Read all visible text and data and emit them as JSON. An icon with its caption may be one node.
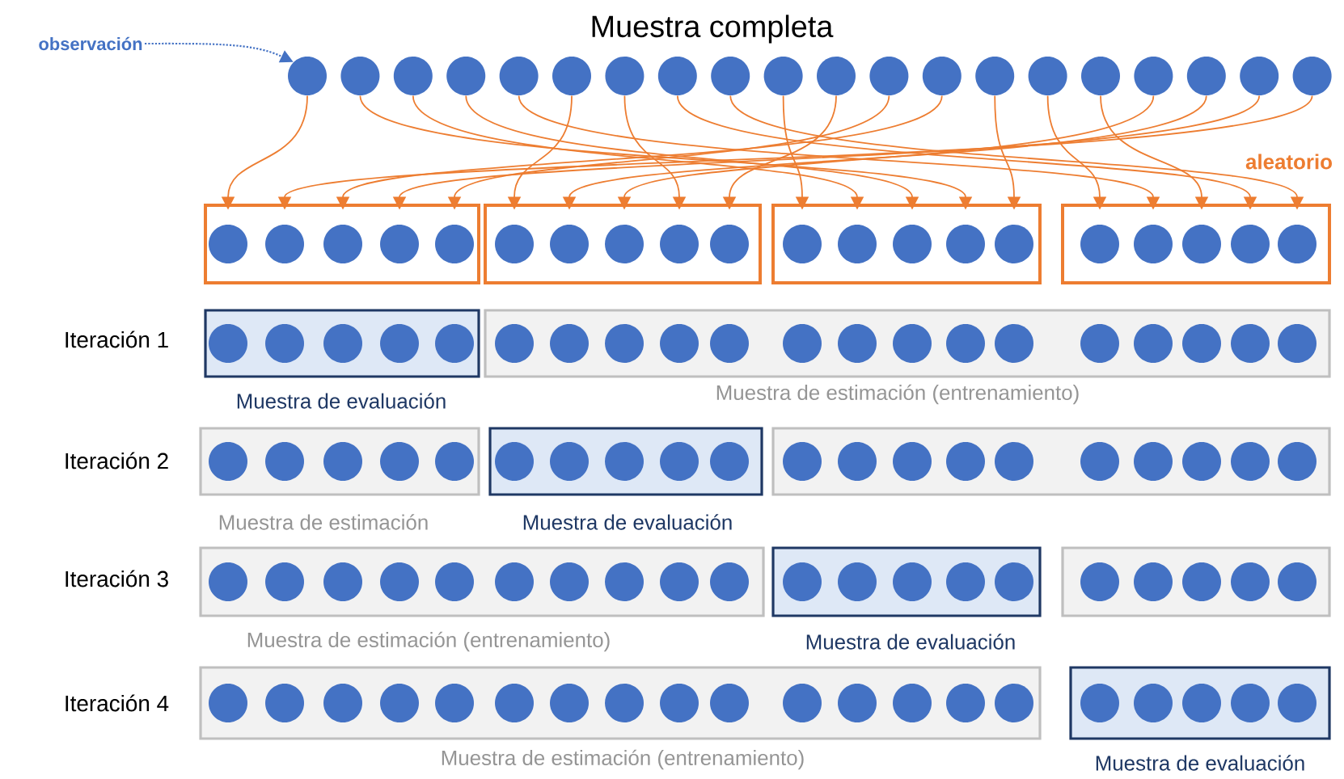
{
  "diagram": {
    "title": "Muestra completa",
    "nodes": [
      {
        "text": [
          "observación"
        ]
      },
      {
        "text": [],
        "shape": "circle"
      },
      {
        "text": [],
        "shape": "circle"
      },
      {
        "text": [],
        "shape": "circle"
      },
      {
        "text": [],
        "shape": "circle"
      },
      {
        "text": [],
        "shape": "circle"
      },
      {
        "text": [],
        "shape": "circle"
      },
      {
        "text": [],
        "shape": "circle"
      },
      {
        "text": [],
        "shape": "circle"
      },
      {
        "text": [],
        "shape": "circle"
      },
      {
        "text": [],
        "shape": "circle"
      },
      {
        "text": [],
        "shape": "circle"
      },
      {
        "text": [],
        "shape": "circle"
      },
      {
        "text": [],
        "shape": "circle"
      },
      {
        "text": [],
        "shape": "circle"
      },
      {
        "text": [],
        "shape": "circle"
      },
      {
        "text": [],
        "shape": "circle"
      },
      {
        "text": [],
        "shape": "circle"
      },
      {
        "text": [],
        "shape": "circle"
      },
      {
        "text": [],
        "shape": "circle"
      },
      {
        "text": [],
        "shape": "circle"
      },
      {
        "text": [],
        "shape": "box"
      },
      {
        "text": [],
        "shape": "circle",
        "in": 21
      },
      {
        "text": [],
        "shape": "circle",
        "in": 21
      },
      {
        "text": [],
        "shape": "circle",
        "in": 21
      },
      {
        "text": [],
        "shape": "circle",
        "in": 21
      },
      {
        "text": [],
        "shape": "circle",
        "in": 21
      },
      {
        "text": [],
        "shape": "box"
      },
      {
        "text": [],
        "shape": "circle",
        "in": 27
      },
      {
        "text": [],
        "shape": "circle",
        "in": 27
      },
      {
        "text": [],
        "shape": "circle",
        "in": 27
      },
      {
        "text": [],
        "shape": "circle",
        "in": 27
      },
      {
        "text": [],
        "shape": "circle",
        "in": 27
      },
      {
        "text": [],
        "shape": "box"
      },
      {
        "text": [],
        "shape": "circle",
        "in": 33
      },
      {
        "text": [],
        "shape": "circle",
        "in": 33
      },
      {
        "text": [],
        "shape": "circle",
        "in": 33
      },
      {
        "text": [],
        "shape": "circle",
        "in": 33
      },
      {
        "text": [],
        "shape": "circle",
        "in": 33
      },
      {
        "text": [],
        "shape": "box"
      },
      {
        "text": [],
        "shape": "circle",
        "in": 39
      },
      {
        "text": [],
        "shape": "circle",
        "in": 39
      },
      {
        "text": [],
        "shape": "circle",
        "in": 39
      },
      {
        "text": [],
        "shape": "circle",
        "in": 39
      },
      {
        "text": [],
        "shape": "circle",
        "in": 39
      },
      {
        "text": [
          "Muestra de evaluación"
        ]
      },
      {
        "text": [
          "Muestra de estimación (entrenamiento)"
        ]
      },
      {
        "text": [
          "Muestra de estimación"
        ]
      },
      {
        "text": [
          "Muestra de evaluación"
        ]
      },
      {
        "text": [],
        "shape": "box"
      },
      {
        "text": [
          "Muestra de estimación (entrenamiento)"
        ]
      },
      {
        "text": [
          "Muestra de evaluación"
        ]
      },
      {
        "text": [],
        "shape": "box"
      },
      {
        "text": [
          "Muestra de estimación (entrenamiento)"
        ]
      },
      {
        "text": [
          "Muestra de evaluación"
        ]
      }
    ],
    "edges": [
      {
        "from": 0,
        "to": 1,
        "arrow": "to",
        "style": "dashed",
        "color": "#4472c4"
      },
      {
        "from": 1,
        "to": 22,
        "arrow": "to"
      },
      {
        "from": 20,
        "to": 23,
        "arrow": "to"
      },
      {
        "from": 13,
        "to": 24,
        "arrow": "to"
      },
      {
        "from": 19,
        "to": 25,
        "arrow": "to"
      },
      {
        "from": 12,
        "to": 26,
        "arrow": "to"
      },
      {
        "from": 6,
        "to": 28,
        "arrow": "to"
      },
      {
        "from": 18,
        "to": 29,
        "arrow": "to"
      },
      {
        "from": 17,
        "to": 30,
        "arrow": "to"
      },
      {
        "from": 7,
        "to": 31,
        "arrow": "to"
      },
      {
        "from": 11,
        "to": 32,
        "arrow": "to"
      },
      {
        "from": 10,
        "to": 34,
        "arrow": "to"
      },
      {
        "from": 3,
        "to": 35,
        "arrow": "to"
      },
      {
        "from": 4,
        "to": 36,
        "arrow": "to"
      },
      {
        "from": 2,
        "to": 37,
        "arrow": "to"
      },
      {
        "from": 14,
        "to": 38,
        "arrow": "to"
      },
      {
        "from": 15,
        "to": 40,
        "arrow": "to"
      },
      {
        "from": 5,
        "to": 41,
        "arrow": "to"
      },
      {
        "from": 16,
        "to": 42,
        "arrow": "to"
      },
      {
        "from": 8,
        "to": 43,
        "arrow": "to"
      },
      {
        "from": 9,
        "to": 44,
        "arrow": "to"
      }
    ],
    "labels": [
      "aleatorio",
      "Iteración 1",
      "Iteración 2",
      "Iteración 3",
      "Iteración 4"
    ]
  }
}
